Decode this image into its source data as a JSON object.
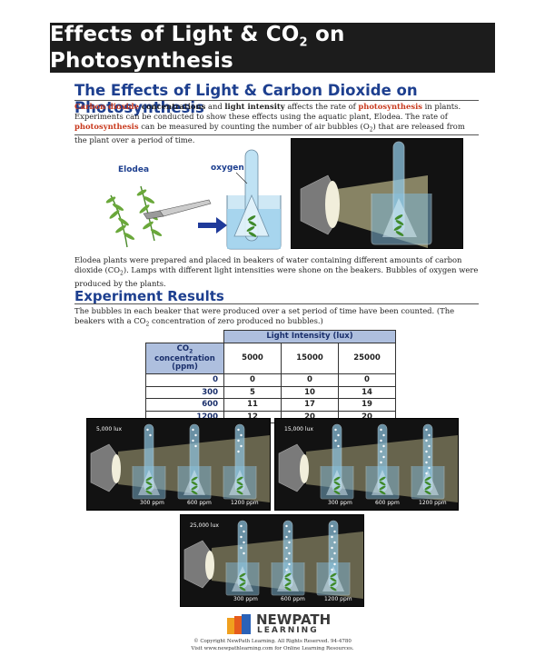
{
  "banner": {
    "title_pre": "Effects of Light & CO",
    "title_sub": "2",
    "title_post": " on Photosynthesis"
  },
  "intro": {
    "title": "The Effects of Light & Carbon Dioxide on Photosynthesis",
    "p1_red1": "Carbon dioxide",
    "p1_b1": " concentrations",
    "p1_t1": " and ",
    "p1_b2": "light intensity",
    "p1_t2": " affects the rate of ",
    "p1_red2": "photosynthesis",
    "p1_t3": " in plants. Experiments can be conducted to show these effects using the aquatic plant, Elodea. The rate of ",
    "p1_red3": "photosynthesis",
    "p1_t4": " can be measured by counting the number of air bubbles (O",
    "p1_sub": "2",
    "p1_t5": ") that are released from the plant over a period of time."
  },
  "figure1": {
    "elodea_label": "Elodea",
    "oxygen_label": "oxygen"
  },
  "caption": {
    "t1": "Elodea plants were prepared and placed in beakers of water containing different amounts of carbon dioxide (CO",
    "sub": "2",
    "t2": "). Lamps with different light intensities were shone on the beakers. Bubbles of oxygen were produced by the plants."
  },
  "results": {
    "title": "Experiment Results",
    "t1": "The bubbles in each beaker that were produced over a set period of time have been counted. (The beakers with a CO",
    "sub": "2",
    "t2": " concentration of zero produced no bubbles.)"
  },
  "table": {
    "light_header": "Light Intensity (lux)",
    "co2_header_pre": "CO",
    "co2_header_sub": "2",
    "co2_header_post": " concentration",
    "co2_unit": "(ppm)",
    "cols": [
      "5000",
      "15000",
      "25000"
    ],
    "rows": [
      {
        "ppm": "0",
        "vals": [
          "0",
          "0",
          "0"
        ]
      },
      {
        "ppm": "300",
        "vals": [
          "5",
          "10",
          "14"
        ]
      },
      {
        "ppm": "600",
        "vals": [
          "11",
          "17",
          "19"
        ]
      },
      {
        "ppm": "1200",
        "vals": [
          "12",
          "20",
          "20"
        ]
      }
    ]
  },
  "panels": [
    {
      "lux": "5,000 lux",
      "labels": [
        "300 ppm",
        "600 ppm",
        "1200 ppm"
      ],
      "bubbles": [
        2,
        4,
        5
      ]
    },
    {
      "lux": "15,000 lux",
      "labels": [
        "300 ppm",
        "600 ppm",
        "1200 ppm"
      ],
      "bubbles": [
        4,
        7,
        9
      ]
    },
    {
      "lux": "25,000 lux",
      "labels": [
        "300 ppm",
        "600 ppm",
        "1200 ppm"
      ],
      "bubbles": [
        6,
        9,
        9
      ]
    }
  ],
  "footer": {
    "logo_line1": "NEWPATH",
    "logo_line2": "LEARNING",
    "copyright": "© Copyright NewPath Learning. All Rights Reserved. 94-4780",
    "visit": "Visit www.newpathlearning.com for Online Learning Resources."
  },
  "colors": {
    "banner": "#1c1c1c",
    "title_blue": "#1d3f8f",
    "red": "#c8391d",
    "table_blue": "#aebfde",
    "table_yellow": "#f6d74a"
  }
}
